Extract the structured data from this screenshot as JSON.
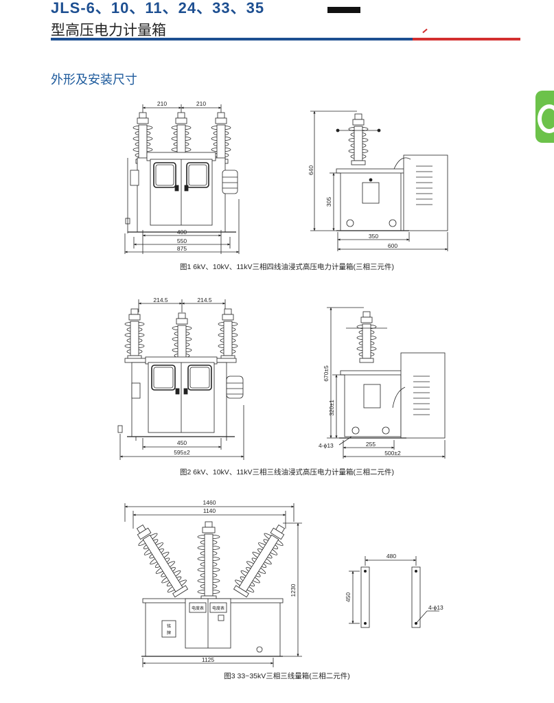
{
  "header": {
    "model_line": "JLS-6、10、11、24、33、35",
    "title": "型高压电力计量箱"
  },
  "section": {
    "title": "外形及安装尺寸"
  },
  "figure1": {
    "caption": "图1 6kV、10kV、11kV三相四线油浸式高压电力计量箱(三相三元件)",
    "dims": {
      "spacing_left": "210",
      "spacing_right": "210",
      "d400": "400",
      "d550": "550",
      "d875": "875",
      "height_total": "640",
      "height_tank": "305",
      "d350": "350",
      "d600": "600"
    }
  },
  "figure2": {
    "caption": "图2 6kV、10kV、11kV三相三线油浸式高压电力计量箱(三相二元件)",
    "dims": {
      "spacing_left": "214.5",
      "spacing_right": "214.5",
      "d450": "450",
      "d595": "595±2",
      "height_total": "670±5",
      "height_tank": "320±1",
      "hole": "4-ϕ13",
      "d255": "255",
      "d500": "500±2"
    }
  },
  "figure3": {
    "caption": "图3 33~35kV三相三线量箱(三相二元件)",
    "dims": {
      "d1460": "1460",
      "d1140": "1140",
      "d1125": "1125",
      "height_total": "1230",
      "d480": "480",
      "d450": "450",
      "hole": "4-ϕ13"
    },
    "nameplate_line1": "铭",
    "nameplate_line2": "牌",
    "meter_label_left": "电度表",
    "meter_label_right": "电度表"
  },
  "colors": {
    "brand_blue": "#1d4f91",
    "accent_red": "#d32f2f",
    "tab_green": "#6cc24a",
    "section_blue": "#1d5a9c"
  }
}
